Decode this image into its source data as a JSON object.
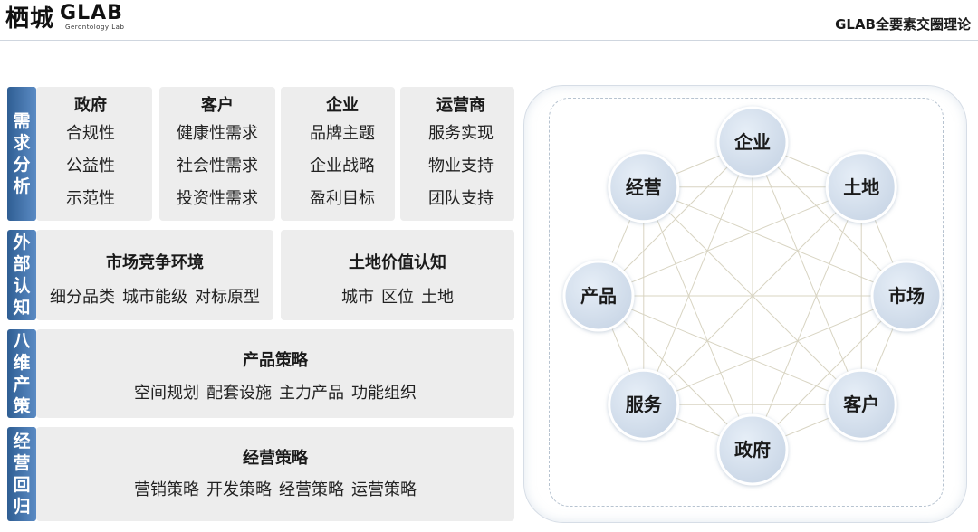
{
  "header": {
    "logo_cn": "栖城",
    "logo_en": "GLAB",
    "logo_sub": "Gerontology Lab",
    "title": "GLAB全要素交圈理论"
  },
  "sections": {
    "demand": {
      "tab": [
        "需",
        "求",
        "分",
        "析"
      ],
      "columns": [
        {
          "title": "政府",
          "items": [
            "合规性",
            "公益性",
            "示范性"
          ]
        },
        {
          "title": "客户",
          "items": [
            "健康性需求",
            "社会性需求",
            "投资性需求"
          ]
        },
        {
          "title": "企业",
          "items": [
            "品牌主题",
            "企业战略",
            "盈利目标"
          ]
        },
        {
          "title": "运营商",
          "items": [
            "服务实现",
            "物业支持",
            "团队支持"
          ]
        }
      ]
    },
    "external": {
      "tab": [
        "外",
        "部",
        "认",
        "知"
      ],
      "left": {
        "title": "市场竞争环境",
        "items": [
          "细分品类",
          "城市能级",
          "对标原型"
        ]
      },
      "right": {
        "title": "土地价值认知",
        "items": [
          "城市",
          "区位",
          "土地"
        ]
      }
    },
    "product": {
      "tab": [
        "八",
        "维",
        "产",
        "策"
      ],
      "title": "产品策略",
      "items": [
        "空间规划",
        "配套设施",
        "主力产品",
        "功能组织"
      ]
    },
    "operation": {
      "tab": [
        "经",
        "营",
        "回",
        "归"
      ],
      "title": "经营策略",
      "items": [
        "营销策略",
        "开发策略",
        "经营策略",
        "运营策略"
      ]
    }
  },
  "diagram": {
    "nodes": [
      "企业",
      "土地",
      "市场",
      "客户",
      "政府",
      "服务",
      "产品",
      "经营"
    ],
    "colors": {
      "node_fill": "#c9d6e6",
      "node_stroke": "#ffffff",
      "edge": "#d8d4c2",
      "text": "#1a1a1a"
    }
  }
}
